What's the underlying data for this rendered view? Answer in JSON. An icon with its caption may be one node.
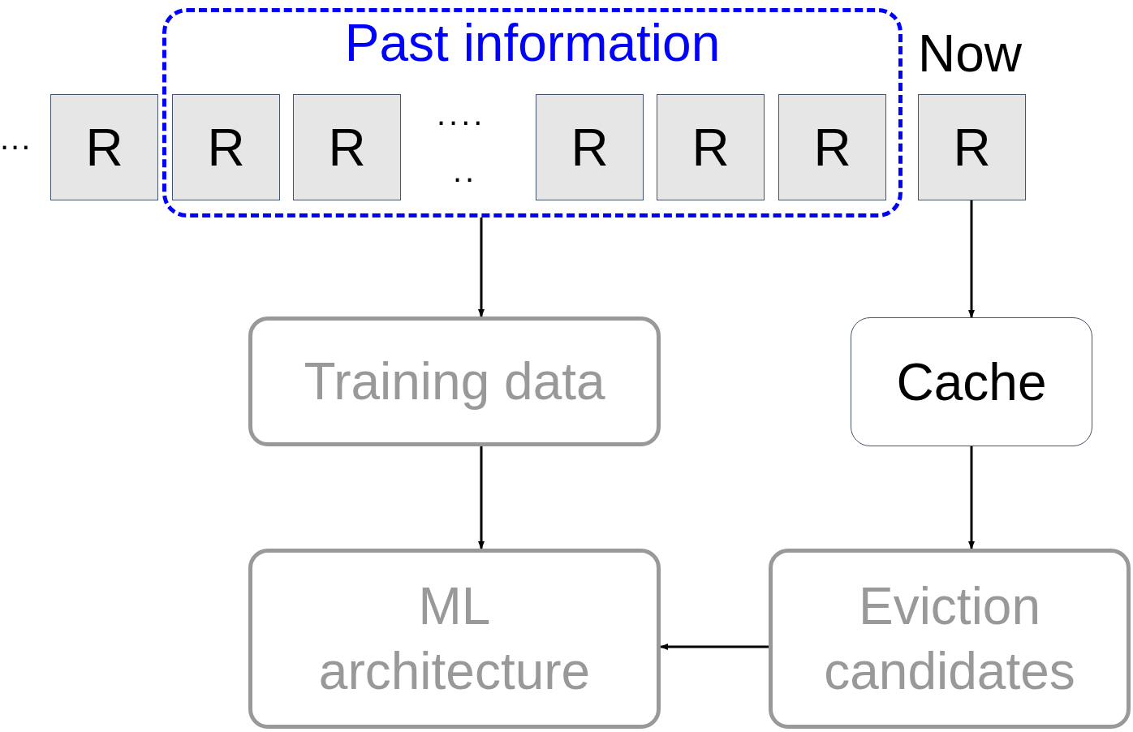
{
  "diagram": {
    "nodes": [
      {
        "text": [
          "Past information"
        ]
      },
      {
        "text": [
          "R"
        ]
      },
      {
        "text": [
          "R"
        ],
        "in": 0
      },
      {
        "text": [
          "R"
        ],
        "in": 0
      },
      {
        "text": [
          "R"
        ],
        "in": 0
      },
      {
        "text": [
          "R"
        ],
        "in": 0
      },
      {
        "text": [
          "R"
        ],
        "in": 0
      },
      {
        "text": [
          "R"
        ],
        "beside": [
          "Now"
        ]
      },
      {
        "text": [
          "Training data"
        ]
      },
      {
        "text": [
          "Cache"
        ]
      },
      {
        "text": [
          "ML architecture"
        ]
      },
      {
        "text": [
          "Eviction candidates"
        ]
      }
    ],
    "edges": [
      {
        "from": 0,
        "to": 8,
        "arrow": "to"
      },
      {
        "from": 7,
        "to": 9,
        "arrow": "to"
      },
      {
        "from": 8,
        "to": 10,
        "arrow": "to"
      },
      {
        "from": 9,
        "to": 11,
        "arrow": "to"
      },
      {
        "from": 11,
        "to": 10,
        "arrow": "to"
      }
    ],
    "labels": [
      "...",
      "....",
      ".."
    ]
  }
}
